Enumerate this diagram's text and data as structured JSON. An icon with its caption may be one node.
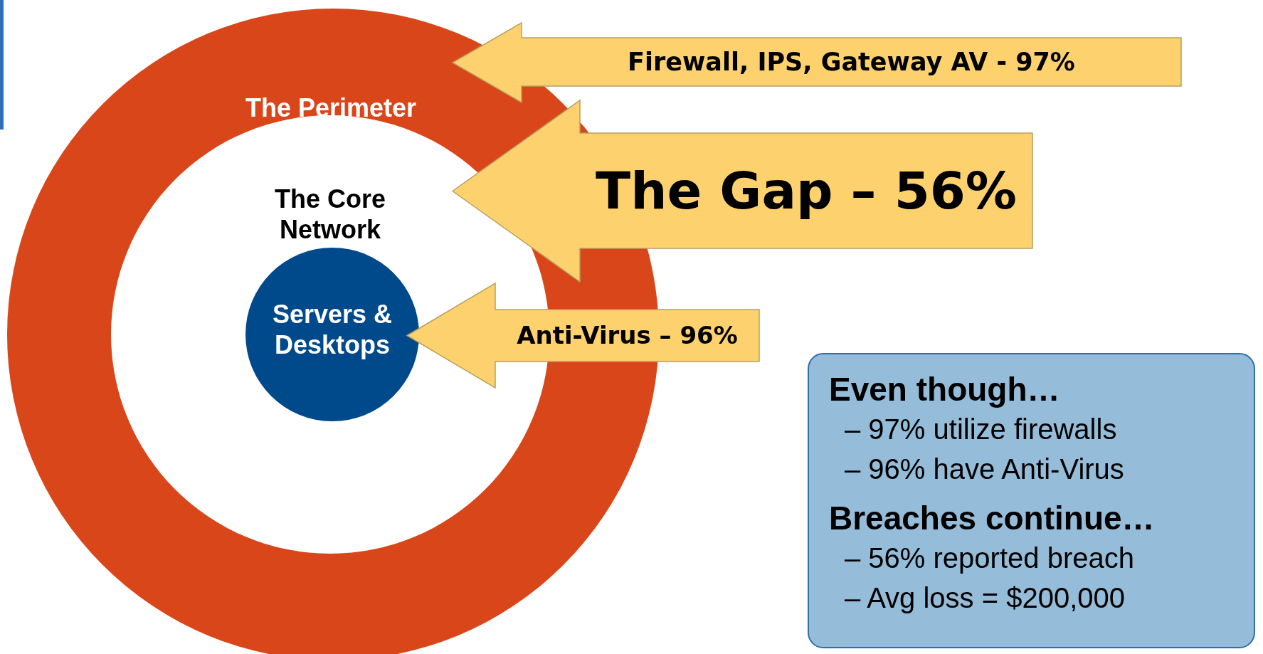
{
  "diagram": {
    "nodes": [
      {
        "text": [
          "The Perimeter"
        ]
      },
      {
        "text": [
          "The Core Network"
        ],
        "in": 0
      },
      {
        "text": [
          "Servers & Desktops"
        ],
        "in": 1
      },
      {
        "text": [
          "Firewall, IPS, Gateway AV  - 97%"
        ]
      },
      {
        "text": [
          "The Gap – 56%"
        ]
      },
      {
        "text": [
          "Anti-Virus – 96%"
        ]
      },
      {
        "text": [
          "Even though…",
          "– 97% utilize firewalls",
          "– 96% have Anti-Virus",
          "Breaches continue…",
          "– 56% reported breach",
          "– Avg loss = $200,000"
        ]
      }
    ]
  }
}
